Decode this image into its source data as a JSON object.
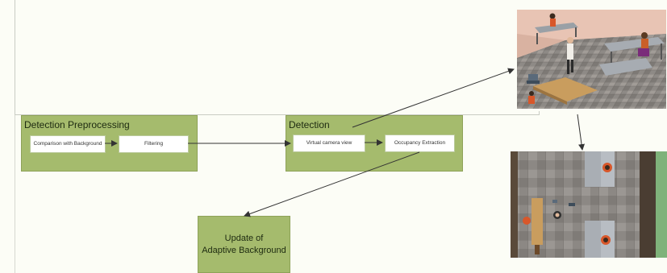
{
  "diagram": {
    "preprocessing": {
      "title": "Detection Preprocessing",
      "comparison_label": "Comparison with Background",
      "filtering_label": "Filtering"
    },
    "detection": {
      "title": "Detection",
      "virtual_camera_label": "Virtual camera view",
      "occupancy_label": "Occupancy Extraction"
    },
    "update_label": "Update of\nAdaptive Background"
  },
  "images": {
    "perspective_view": "3d-office-perspective-render",
    "top_view": "3d-office-top-down-render"
  },
  "colors": {
    "group_fill": "#a5bb6d",
    "box_fill": "#ffffff",
    "arrow": "#333333",
    "background": "#fcfdf6"
  }
}
